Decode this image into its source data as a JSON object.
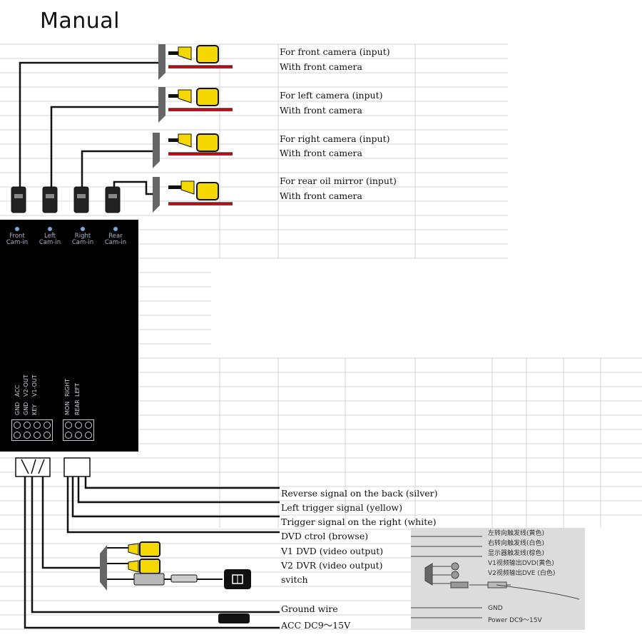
{
  "title": "Manual",
  "camera_inputs": [
    {
      "label": "For front camera (input)",
      "sub": "With front camera"
    },
    {
      "label": "For left camera (input)",
      "sub": "With front camera"
    },
    {
      "label": "For right camera (input)",
      "sub": "With front camera"
    },
    {
      "label": "For rear oil mirror (input)",
      "sub": "With front camera"
    }
  ],
  "box_ports": [
    {
      "line1": "Front",
      "line2": "Cam-in"
    },
    {
      "line1": "Left",
      "line2": "Cam-in"
    },
    {
      "line1": "Right",
      "line2": "Cam-in"
    },
    {
      "line1": "Rear",
      "line2": "Cam-in"
    }
  ],
  "box_pin_labels_left": [
    "GND",
    "GND",
    "KEY",
    "ACC",
    "V2-OUT",
    "V1-OUT"
  ],
  "box_pin_labels_right": [
    "MON",
    "REAR",
    "RIGHT",
    "LEFT"
  ],
  "outputs": [
    "Reverse signal on the back (silver)",
    "Left trigger signal (yellow)",
    "Trigger signal on the right (white)",
    "DVD ctrol (browse)",
    "V1 DVD (video output)",
    "V2 DVR (video output)",
    "svitch",
    "Ground wire",
    "ACC DC9～15V"
  ],
  "photo_labels": [
    "左转向触发线(黄色)",
    "右转向触发线(白色)",
    "显示器触发线(棕色)",
    "V1视频输出DVD(黄色)",
    "V2视频输出DVE (白色)",
    "GND",
    "Power DC9～15V"
  ],
  "colors": {
    "camera": "#f5d800",
    "wire": "#111111",
    "red_wire": "#c0141c",
    "box": "#000000"
  }
}
